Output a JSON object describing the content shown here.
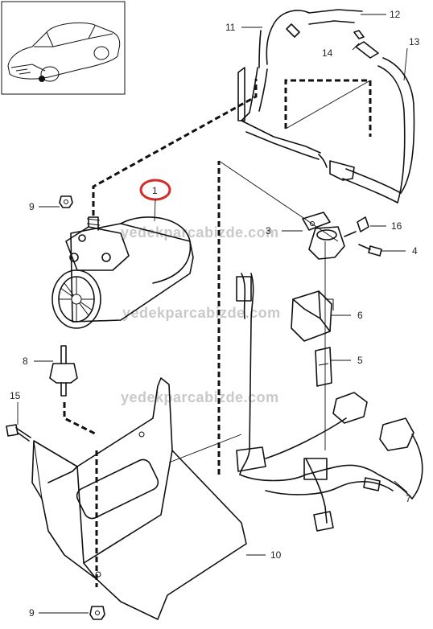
{
  "watermark": "yedekparcabizde.com",
  "callouts": {
    "c1": "1",
    "c3": "3",
    "c4": "4",
    "c5": "5",
    "c6": "6",
    "c7": "7",
    "c8": "8",
    "c9a": "9",
    "c9b": "9",
    "c10": "10",
    "c11": "11",
    "c12": "12",
    "c13": "13",
    "c14": "14",
    "c15": "15",
    "c16": "16"
  },
  "colors": {
    "highlight_circle": "#d42a2a",
    "line": "#111111",
    "watermark": "#c9c9c9"
  }
}
